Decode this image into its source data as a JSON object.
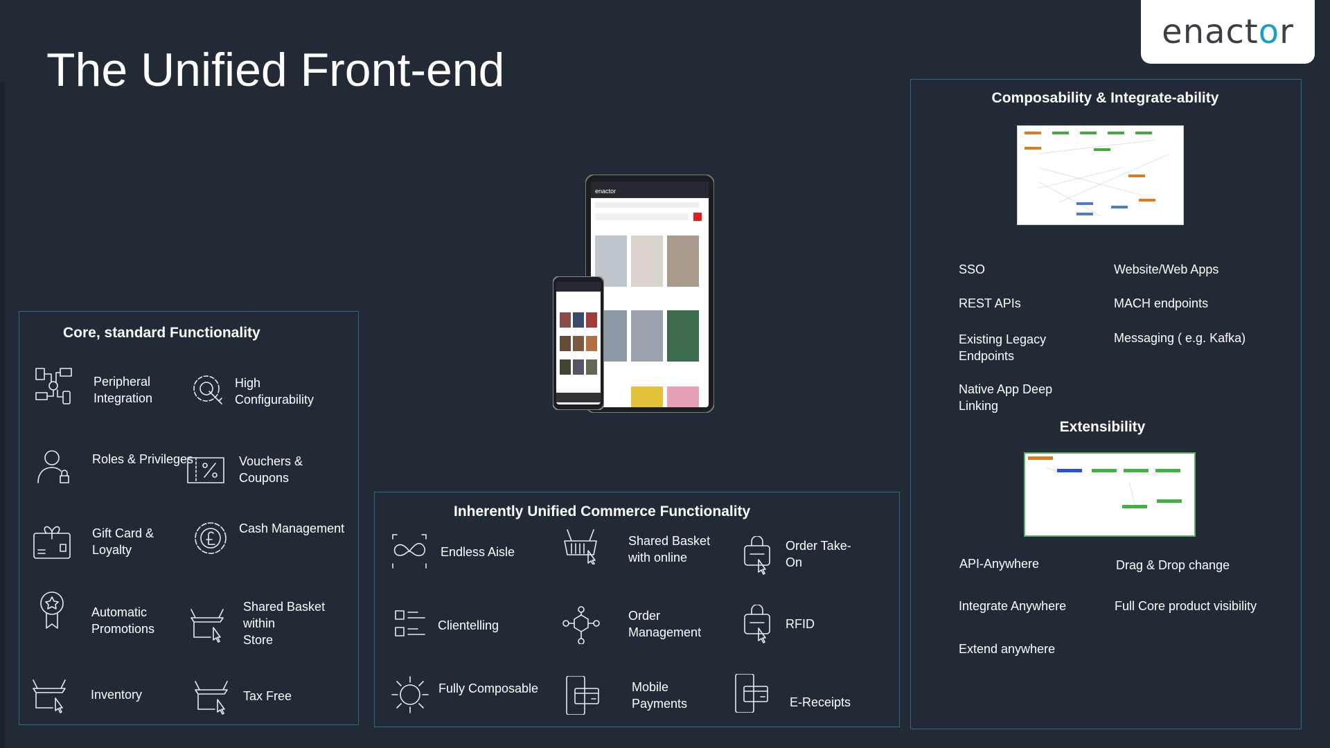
{
  "slide": {
    "title": "The Unified Front-end"
  },
  "logo": {
    "text": "enactor",
    "part1": "enact",
    "part2": "o",
    "part3": "r",
    "accent": "#1a9fc0"
  },
  "colors": {
    "background": "#222a35",
    "border": "#2f6a84",
    "text": "#ffffff"
  },
  "core": {
    "title": "Core, standard Functionality",
    "items": [
      {
        "label": "Peripheral\nIntegration",
        "icon": "peripherals-icon"
      },
      {
        "label": "High\nConfigurability",
        "icon": "gear-wrench-icon"
      },
      {
        "label": "Roles & Privileges",
        "icon": "user-lock-icon"
      },
      {
        "label": "Vouchers &\nCoupons",
        "icon": "voucher-percent-icon"
      },
      {
        "label": "Gift Card &\nLoyalty",
        "icon": "gift-card-icon"
      },
      {
        "label": "Cash Management",
        "icon": "pound-gear-icon"
      },
      {
        "label": "Automatic\nPromotions",
        "icon": "award-ribbon-icon"
      },
      {
        "label": "Shared Basket\nwithin\nStore",
        "icon": "basket-cursor-icon"
      },
      {
        "label": "Inventory",
        "icon": "basket-cursor-icon"
      },
      {
        "label": "Tax Free",
        "icon": "basket-cursor-icon"
      }
    ]
  },
  "unified": {
    "title": "Inherently Unified Commerce Functionality",
    "items": [
      {
        "label": "Endless Aisle",
        "icon": "infinity-icon"
      },
      {
        "label": "Shared Basket\nwith online",
        "icon": "shopping-basket-icon"
      },
      {
        "label": "Order Take-\nOn",
        "icon": "bag-cursor-icon"
      },
      {
        "label": "Clientelling",
        "icon": "checklist-icon"
      },
      {
        "label": "Order\nManagement",
        "icon": "network-hub-icon"
      },
      {
        "label": "RFID",
        "icon": "bag-cursor-icon"
      },
      {
        "label": "Fully Composable",
        "icon": "sun-gear-icon"
      },
      {
        "label": "Mobile\nPayments",
        "icon": "phone-card-icon"
      },
      {
        "label": "E-Receipts",
        "icon": "phone-card-icon"
      }
    ]
  },
  "composability": {
    "title": "Composability & Integrate-ability",
    "items": [
      "SSO",
      "Website/Web Apps",
      "REST APIs",
      "MACH endpoints",
      "Existing Legacy\nEndpoints",
      "Messaging ( e.g. Kafka)",
      "Native App Deep\nLinking"
    ]
  },
  "extensibility": {
    "title": "Extensibility",
    "items": [
      "API-Anywhere",
      "Drag & Drop change",
      "Integrate Anywhere",
      "Full Core product visibility",
      "Extend anywhere"
    ]
  },
  "device": {
    "tablet_brand": "enactor"
  }
}
